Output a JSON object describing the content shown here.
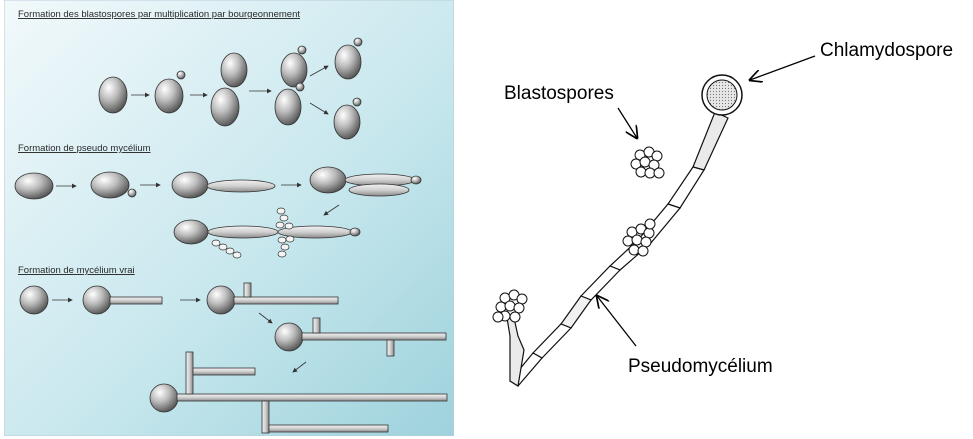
{
  "left_diagram": {
    "section_titles": [
      "Formation des blastospores par multiplication par bourgeonnement",
      "Formation de pseudo mycélium",
      "Formation de mycélium vrai"
    ]
  },
  "right_diagram": {
    "labels": {
      "chlamydospore": "Chlamydospore",
      "blastospores": "Blastospores",
      "pseudomycelium": "Pseudomycélium"
    }
  },
  "colors": {
    "panel_bg_light": "#f4fafc",
    "panel_bg_dark": "#9fd3dc",
    "cell_fill": "#9a9a9a",
    "outline": "#1a1a1a"
  }
}
